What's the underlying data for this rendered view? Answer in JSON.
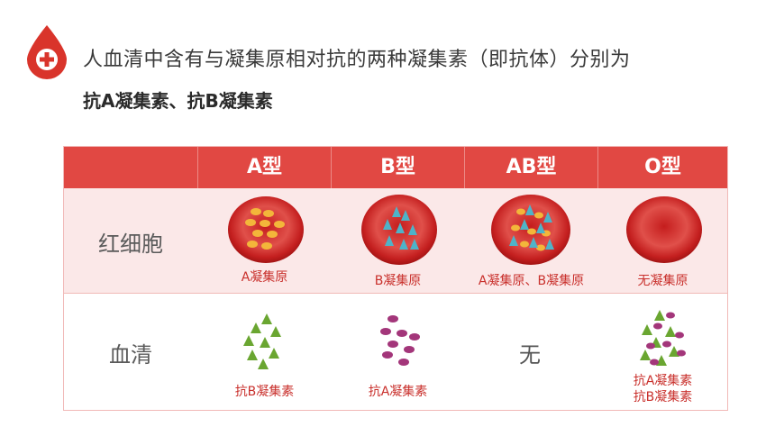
{
  "title": {
    "line1": "人血清中含有与凝集原相对抗的两种凝集素（即抗体）分别为",
    "line2": "抗A凝集素、抗B凝集素"
  },
  "logo": {
    "icon": "blood-drop-plus-icon",
    "color": "#d9342b"
  },
  "table": {
    "headers": [
      "",
      "A型",
      "B型",
      "AB型",
      "O型"
    ],
    "rows": [
      {
        "label": "红细胞",
        "cells": [
          {
            "type": "A",
            "icon": "red-blood-cell-icon",
            "caption": "A凝集原"
          },
          {
            "type": "B",
            "icon": "red-blood-cell-icon",
            "caption": "B凝集原"
          },
          {
            "type": "AB",
            "icon": "red-blood-cell-icon",
            "caption": "A凝集原、B凝集原"
          },
          {
            "type": "O",
            "icon": "red-blood-cell-icon",
            "caption": "无凝集原"
          }
        ]
      },
      {
        "label": "血清",
        "cells": [
          {
            "type": "A",
            "icon": "green-triangles-icon",
            "caption": "抗B凝集素"
          },
          {
            "type": "B",
            "icon": "purple-ovals-icon",
            "caption": "抗A凝集素"
          },
          {
            "type": "AB",
            "text": "无"
          },
          {
            "type": "O",
            "icon": "mixed-antibodies-icon",
            "caption_line1": "抗A凝集素",
            "caption_line2": "抗B凝集素"
          }
        ]
      }
    ]
  },
  "colors": {
    "header": "#e14843",
    "row1_bg": "#fbe8e8",
    "caption": "#c9302c",
    "antigen_a": "#f3b63a",
    "antigen_b": "#4fb3c8",
    "antibody_b": "#6aa631",
    "antibody_a": "#a3367a"
  }
}
